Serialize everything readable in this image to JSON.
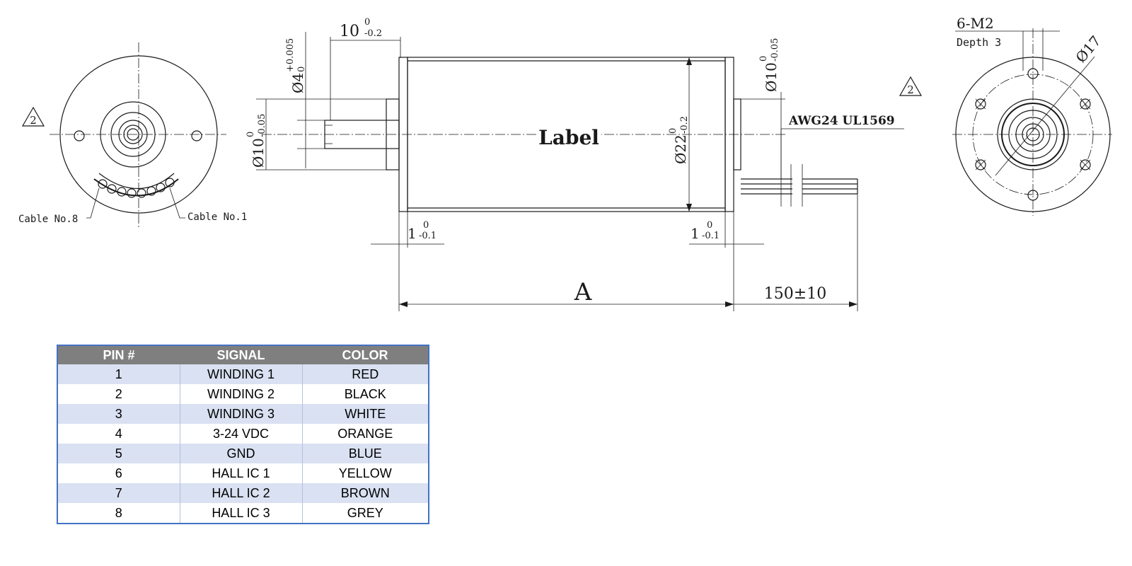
{
  "drawing": {
    "left_view": {
      "note_badge": "2",
      "cable_left": "Cable No.8",
      "cable_right": "Cable No.1"
    },
    "side_view": {
      "shaft_length": "10",
      "shaft_length_tol_upper": "0",
      "shaft_length_tol_lower": "-0.2",
      "shaft_dia": "Ø4",
      "shaft_dia_tol_upper": "+0.005",
      "shaft_dia_tol_lower": "0",
      "boss_dia": "Ø10",
      "boss_dia_tol_upper": "0",
      "boss_dia_tol_lower": "-0.05",
      "body_label": "Label",
      "body_dia": "Ø22",
      "body_dia_tol_upper": "0",
      "body_dia_tol_lower": "-0.2",
      "rear_boss_dia": "Ø10",
      "rear_boss_tol_upper": "0",
      "rear_boss_tol_lower": "-0.05",
      "flange_left": "1",
      "flange_left_tol_upper": "0",
      "flange_left_tol_lower": "-0.1",
      "flange_right": "1",
      "flange_right_tol_upper": "0",
      "flange_right_tol_lower": "-0.1",
      "wire_spec": "AWG24 UL1569",
      "length_a": "A",
      "cable_length": "150±10"
    },
    "right_view": {
      "note_badge": "2",
      "holes": "6-M2",
      "depth": "Depth 3",
      "pcd": "Ø17"
    }
  },
  "pin_table": {
    "headers": [
      "PIN #",
      "SIGNAL",
      "COLOR"
    ],
    "rows": [
      {
        "pin": "1",
        "signal": "WINDING 1",
        "color": "RED"
      },
      {
        "pin": "2",
        "signal": "WINDING 2",
        "color": "BLACK"
      },
      {
        "pin": "3",
        "signal": "WINDING 3",
        "color": "WHITE"
      },
      {
        "pin": "4",
        "signal": "3-24 VDC",
        "color": "ORANGE"
      },
      {
        "pin": "5",
        "signal": "GND",
        "color": "BLUE"
      },
      {
        "pin": "6",
        "signal": "HALL IC 1",
        "color": "YELLOW"
      },
      {
        "pin": "7",
        "signal": "HALL IC 2",
        "color": "BROWN"
      },
      {
        "pin": "8",
        "signal": "HALL IC 3",
        "color": "GREY"
      }
    ]
  }
}
